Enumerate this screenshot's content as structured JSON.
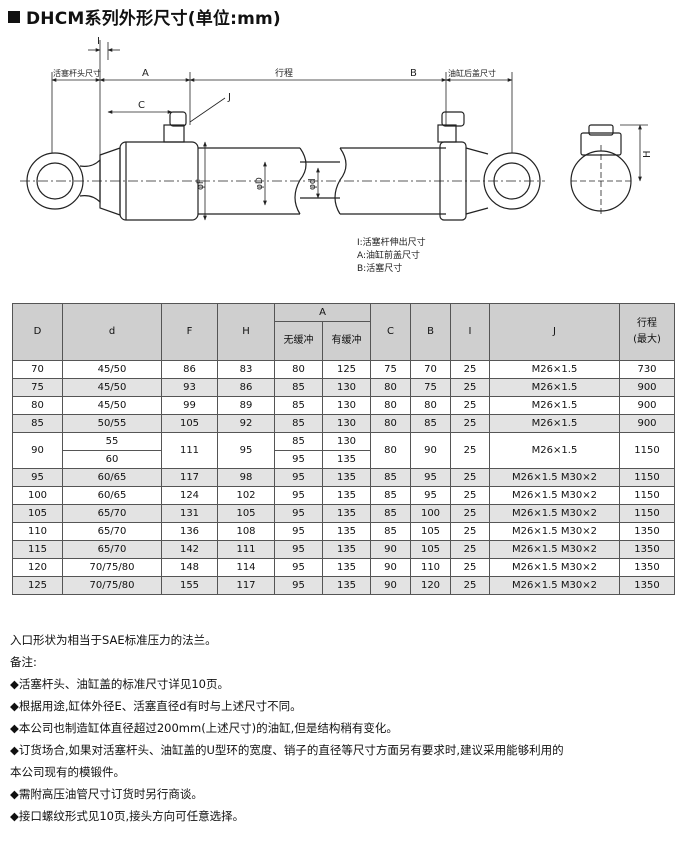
{
  "title": "DHCM系列外形尺寸(单位:mm)",
  "drawing": {
    "label_I": "I",
    "label_rod_head": "活塞杆头尺寸",
    "label_A": "A",
    "label_stroke": "行程",
    "label_B": "B",
    "label_cap": "油缸后盖尺寸",
    "label_C": "C",
    "label_J": "J",
    "label_F": "φF",
    "label_D": "φD",
    "label_d": "φd",
    "label_H": "H",
    "legend": [
      "I:活塞杆伸出尺寸",
      "A:油缸前盖尺寸",
      "B:活塞尺寸"
    ]
  },
  "table": {
    "headers": {
      "D": "D",
      "d": "d",
      "F": "F",
      "H": "H",
      "A": "A",
      "A_sub1": "无缓冲",
      "A_sub2": "有缓冲",
      "C": "C",
      "B": "B",
      "I": "I",
      "J": "J",
      "stroke": "行程",
      "stroke_sub": "(最大)"
    },
    "rows": [
      {
        "D": "70",
        "d": "45/50",
        "F": "86",
        "H": "83",
        "A1": "80",
        "A2": "125",
        "C": "75",
        "B": "70",
        "I": "25",
        "J": "M26×1.5",
        "S": "730"
      },
      {
        "D": "75",
        "d": "45/50",
        "F": "93",
        "H": "86",
        "A1": "85",
        "A2": "130",
        "C": "80",
        "B": "75",
        "I": "25",
        "J": "M26×1.5",
        "S": "900"
      },
      {
        "D": "80",
        "d": "45/50",
        "F": "99",
        "H": "89",
        "A1": "85",
        "A2": "130",
        "C": "80",
        "B": "80",
        "I": "25",
        "J": "M26×1.5",
        "S": "900"
      },
      {
        "D": "85",
        "d": "50/55",
        "F": "105",
        "H": "92",
        "A1": "85",
        "A2": "130",
        "C": "80",
        "B": "85",
        "I": "25",
        "J": "M26×1.5",
        "S": "900"
      },
      {
        "D": "90",
        "d1": "55",
        "d2": "60",
        "F": "111",
        "H": "95",
        "A1a": "85",
        "A2a": "130",
        "A1b": "95",
        "A2b": "135",
        "C": "80",
        "B": "90",
        "I": "25",
        "J": "M26×1.5",
        "S": "1150"
      },
      {
        "D": "95",
        "d": "60/65",
        "F": "117",
        "H": "98",
        "A1": "95",
        "A2": "135",
        "C": "85",
        "B": "95",
        "I": "25",
        "J": "M26×1.5  M30×2",
        "S": "1150"
      },
      {
        "D": "100",
        "d": "60/65",
        "F": "124",
        "H": "102",
        "A1": "95",
        "A2": "135",
        "C": "85",
        "B": "95",
        "I": "25",
        "J": "M26×1.5  M30×2",
        "S": "1150"
      },
      {
        "D": "105",
        "d": "65/70",
        "F": "131",
        "H": "105",
        "A1": "95",
        "A2": "135",
        "C": "85",
        "B": "100",
        "I": "25",
        "J": "M26×1.5  M30×2",
        "S": "1150"
      },
      {
        "D": "110",
        "d": "65/70",
        "F": "136",
        "H": "108",
        "A1": "95",
        "A2": "135",
        "C": "85",
        "B": "105",
        "I": "25",
        "J": "M26×1.5  M30×2",
        "S": "1350"
      },
      {
        "D": "115",
        "d": "65/70",
        "F": "142",
        "H": "111",
        "A1": "95",
        "A2": "135",
        "C": "90",
        "B": "105",
        "I": "25",
        "J": "M26×1.5  M30×2",
        "S": "1350"
      },
      {
        "D": "120",
        "d": "70/75/80",
        "F": "148",
        "H": "114",
        "A1": "95",
        "A2": "135",
        "C": "90",
        "B": "110",
        "I": "25",
        "J": "M26×1.5  M30×2",
        "S": "1350"
      },
      {
        "D": "125",
        "d": "70/75/80",
        "F": "155",
        "H": "117",
        "A1": "95",
        "A2": "135",
        "C": "90",
        "B": "120",
        "I": "25",
        "J": "M26×1.5  M30×2",
        "S": "1350"
      }
    ]
  },
  "notes": [
    "入口形状为相当于SAE标准压力的法兰。",
    "备注:",
    "◆活塞杆头、油缸盖的标准尺寸详见10页。",
    "◆根据用途,缸体外径E、活塞直径d有时与上述尺寸不同。",
    "◆本公司也制造缸体直径超过200mm(上述尺寸)的油缸,但是结构稍有变化。",
    "◆订货场合,如果对活塞杆头、油缸盖的U型环的宽度、销子的直径等尺寸方面另有要求时,建议采用能够利用的",
    "本公司现有的模锻件。",
    "◆需附高压油管尺寸订货时另行商谈。",
    "◆接口螺纹形式见10页,接头方向可任意选择。"
  ]
}
